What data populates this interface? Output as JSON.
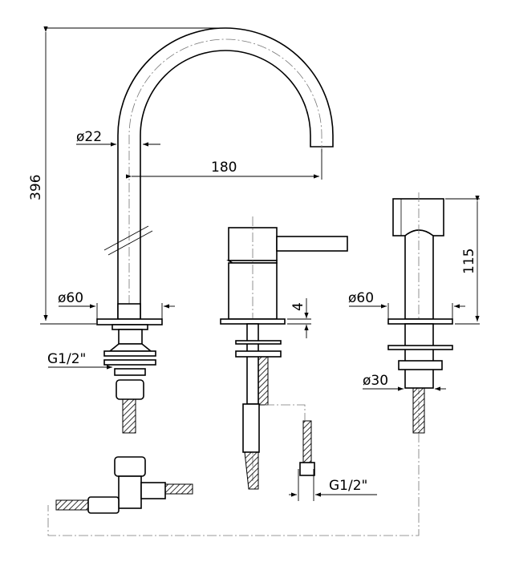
{
  "drawing": {
    "dimensions": {
      "height_total": "396",
      "spout_diameter": "ø22",
      "spout_reach": "180",
      "handshower_height": "115",
      "base_diameter_left": "ø60",
      "base_diameter_right": "ø60",
      "plate_thickness": "4",
      "thread_left": "G1/2\"",
      "thread_right": "G1/2\"",
      "handshower_diameter": "ø30"
    }
  }
}
